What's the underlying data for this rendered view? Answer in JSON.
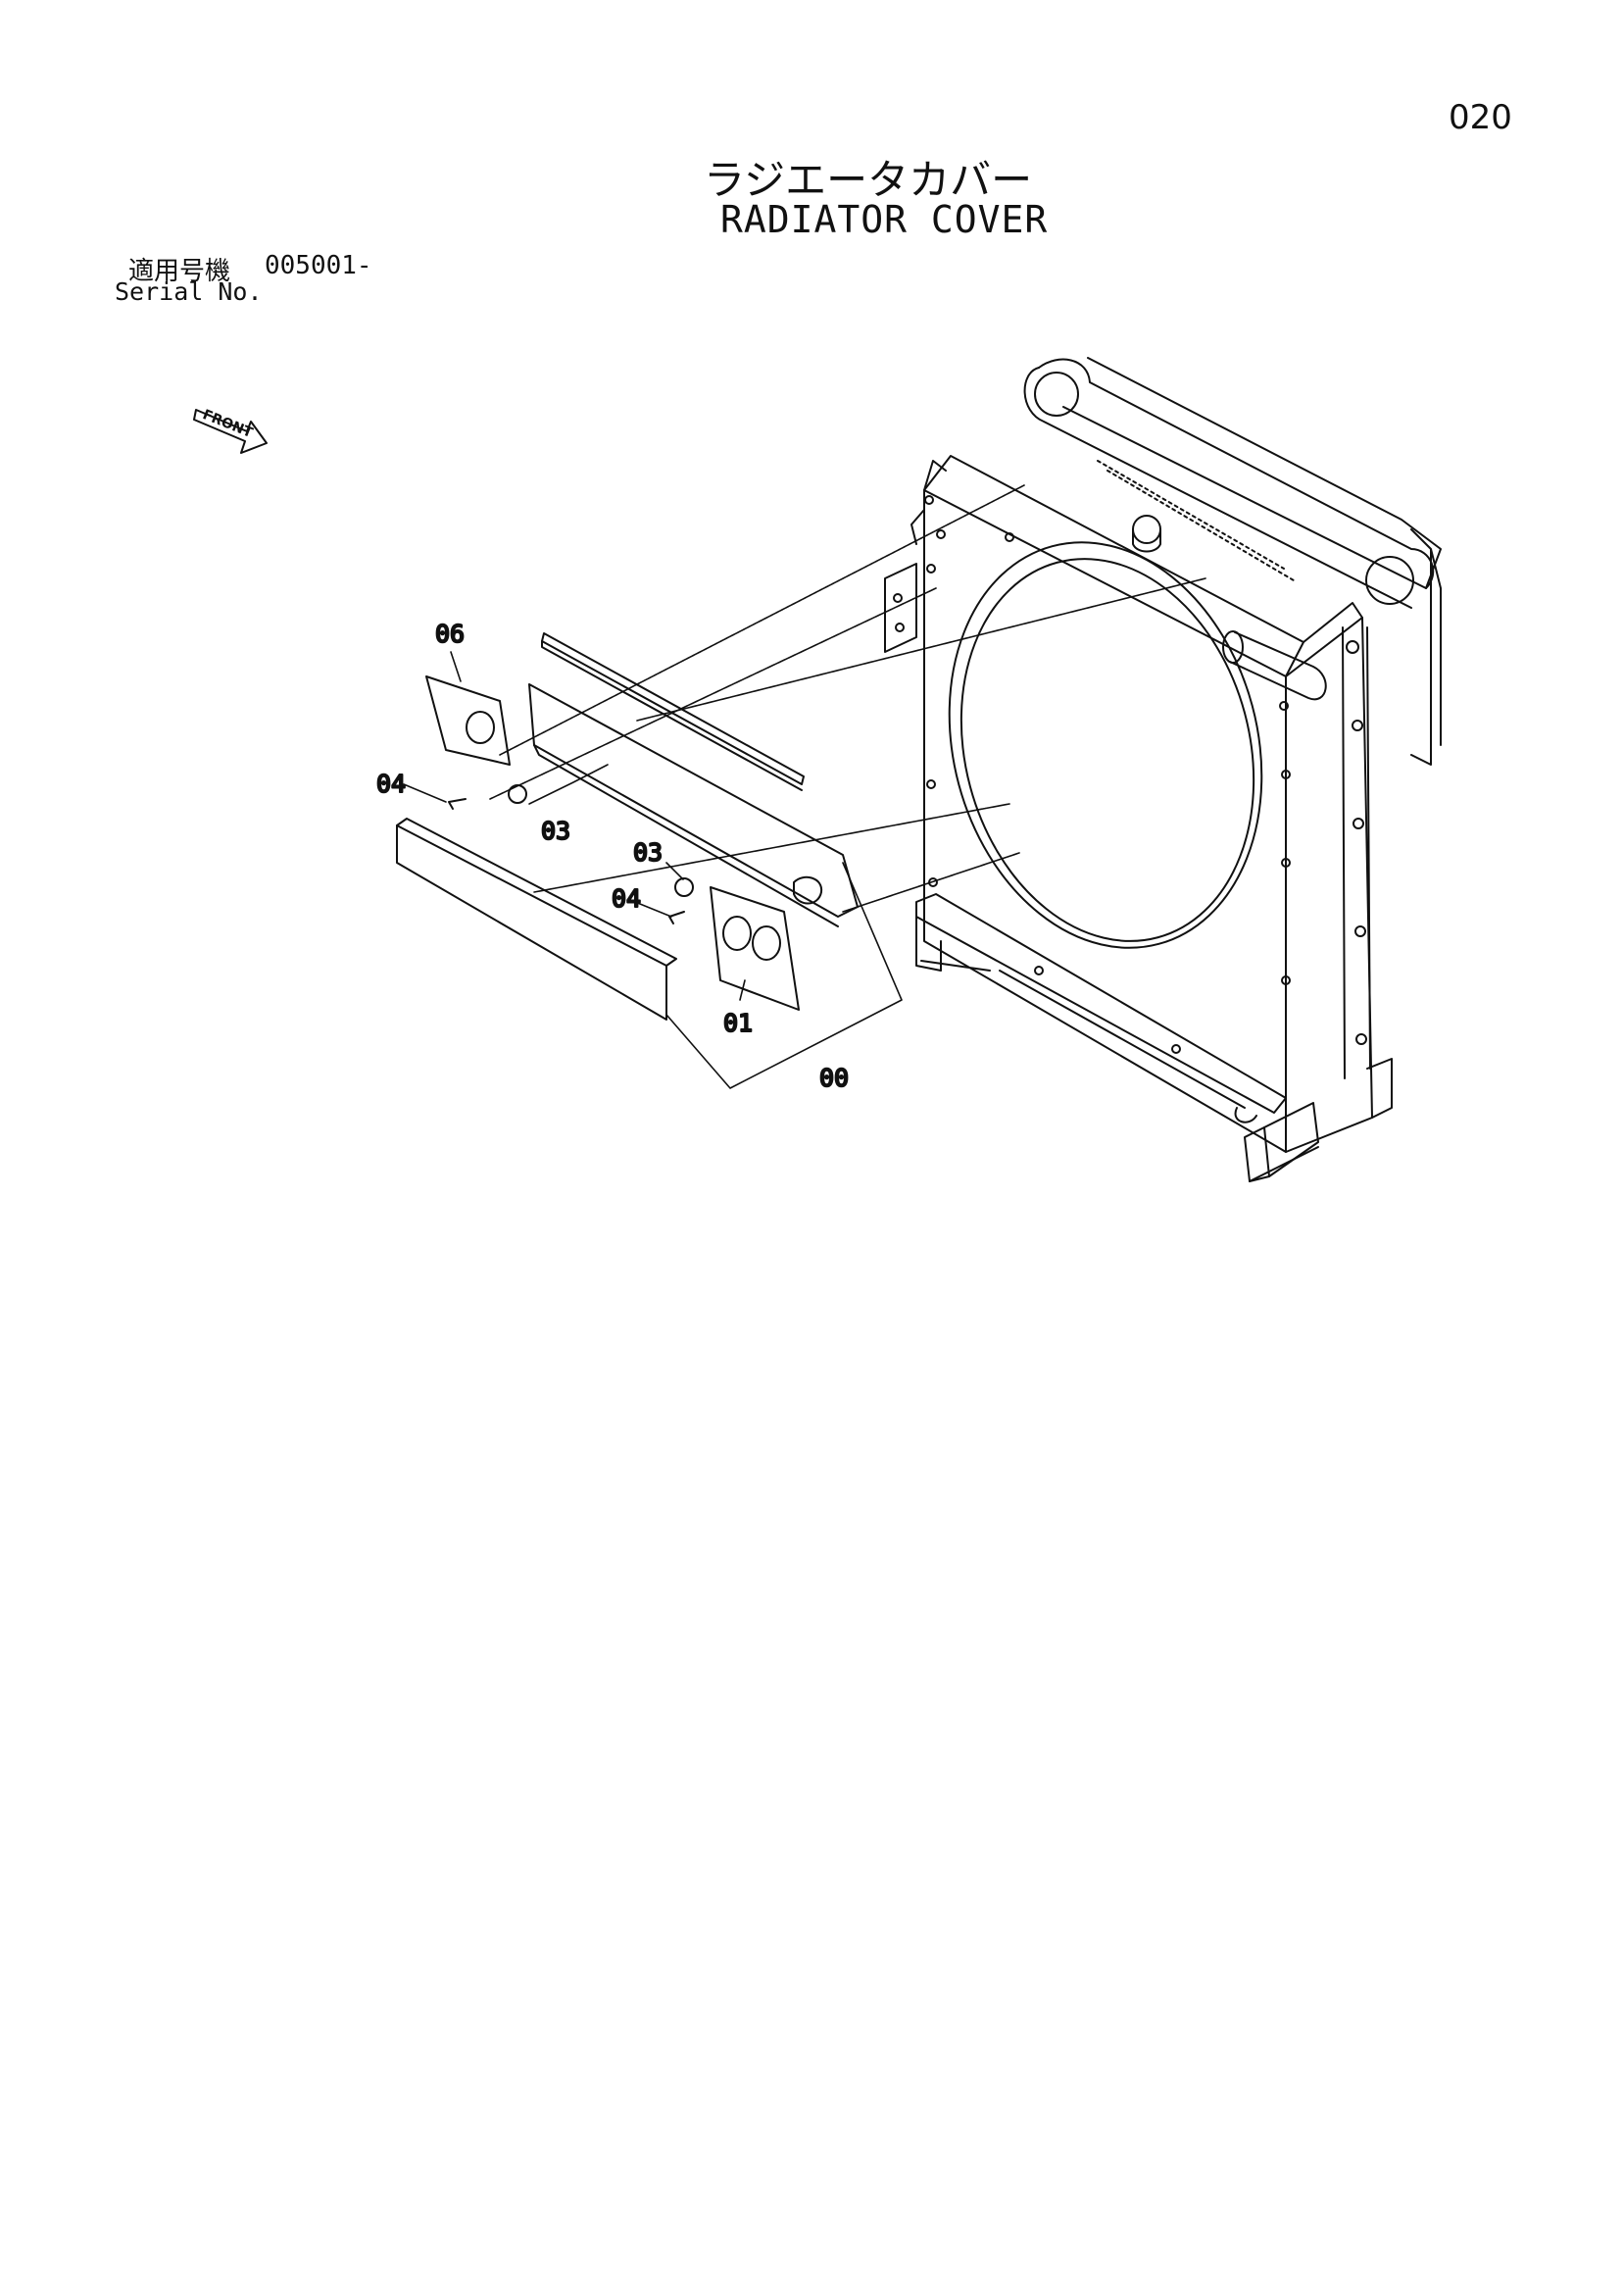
{
  "page_number": "020",
  "title_jp": "ラジエータカバー",
  "title_en": "RADIATOR COVER",
  "serial": {
    "label_jp": "適用号機",
    "label_en": "Serial No.",
    "value": "005001-"
  },
  "direction_marker": "FRONT",
  "callouts": {
    "c06": "06",
    "c04a": "04",
    "c03a": "03",
    "c03b": "03",
    "c04b": "04",
    "c01": "01",
    "c00": "00"
  }
}
